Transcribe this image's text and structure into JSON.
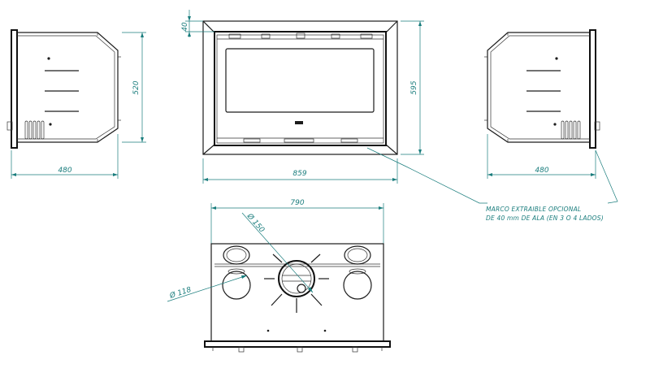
{
  "dimensions": {
    "left_side_height": "520",
    "left_side_width": "480",
    "front_top_frame": "40",
    "front_height": "595",
    "front_width": "859",
    "right_side_width": "480",
    "bottom_width": "790",
    "flue_diameter": "Ø 150",
    "air_inlet_diameter": "Ø 118"
  },
  "note": {
    "line1": "MARCO EXTRAIBLE OPCIONAL",
    "line2": "DE 40 mm DE ALA (EN 3 O 4 LADOS)"
  },
  "colors": {
    "line": "#1c1c1c",
    "dimension": "#1a7d7d"
  }
}
